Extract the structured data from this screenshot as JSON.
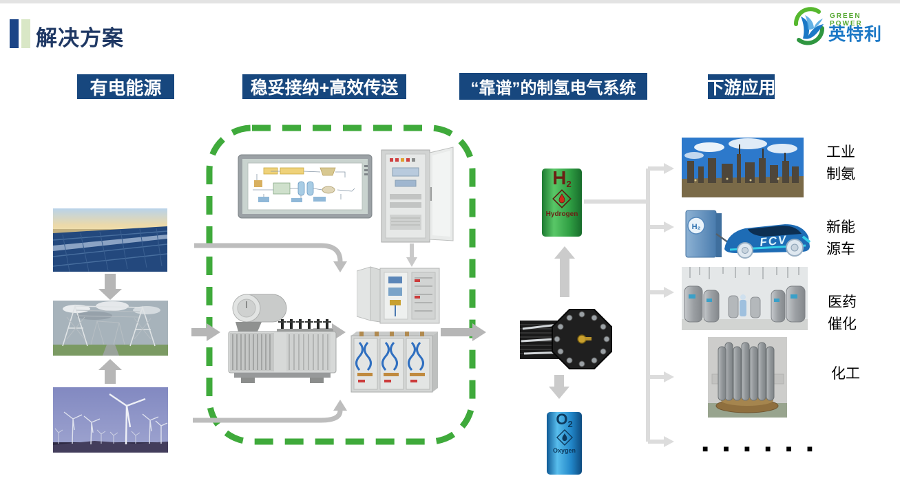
{
  "title": {
    "text": "解决方案"
  },
  "logo": {
    "brand_en": "GREEN POWER",
    "brand_cn": "英特利"
  },
  "stage_headers": {
    "power_source": "有电能源",
    "transmission": "稳妥接纳+高效传送",
    "hydrogen_system": "“靠谱”的制氢电气系统",
    "downstream": "下游应用"
  },
  "cylinders": {
    "h2": {
      "symbol": "H",
      "subscript": "2",
      "caption": "Hydrogen"
    },
    "o2": {
      "symbol": "O",
      "subscript": "2",
      "caption": "Oxygen"
    }
  },
  "fcv": {
    "body_label": "FCV",
    "dispenser_label": "H₂"
  },
  "applications": [
    {
      "line1": "工业",
      "line2": "制氨"
    },
    {
      "line1": "新能",
      "line2": "源车"
    },
    {
      "line1": "医药",
      "line2": "催化"
    },
    {
      "line1": "化工"
    }
  ],
  "more_indicator": "■ ■ ■ ■ ■ ■",
  "colors": {
    "header_bg": "#17477e",
    "title_text": "#1f3864",
    "accent_dark": "#1c4587",
    "accent_light": "#d9e7c6",
    "dashed_border": "#3faa3b",
    "arrow_gray": "#b6b6b6",
    "connector_gray": "#d9d9d9",
    "h2_green": "#2f9e43",
    "o2_blue": "#2186c8",
    "logo_green": "#56a832",
    "logo_blue": "#1b78c6"
  }
}
